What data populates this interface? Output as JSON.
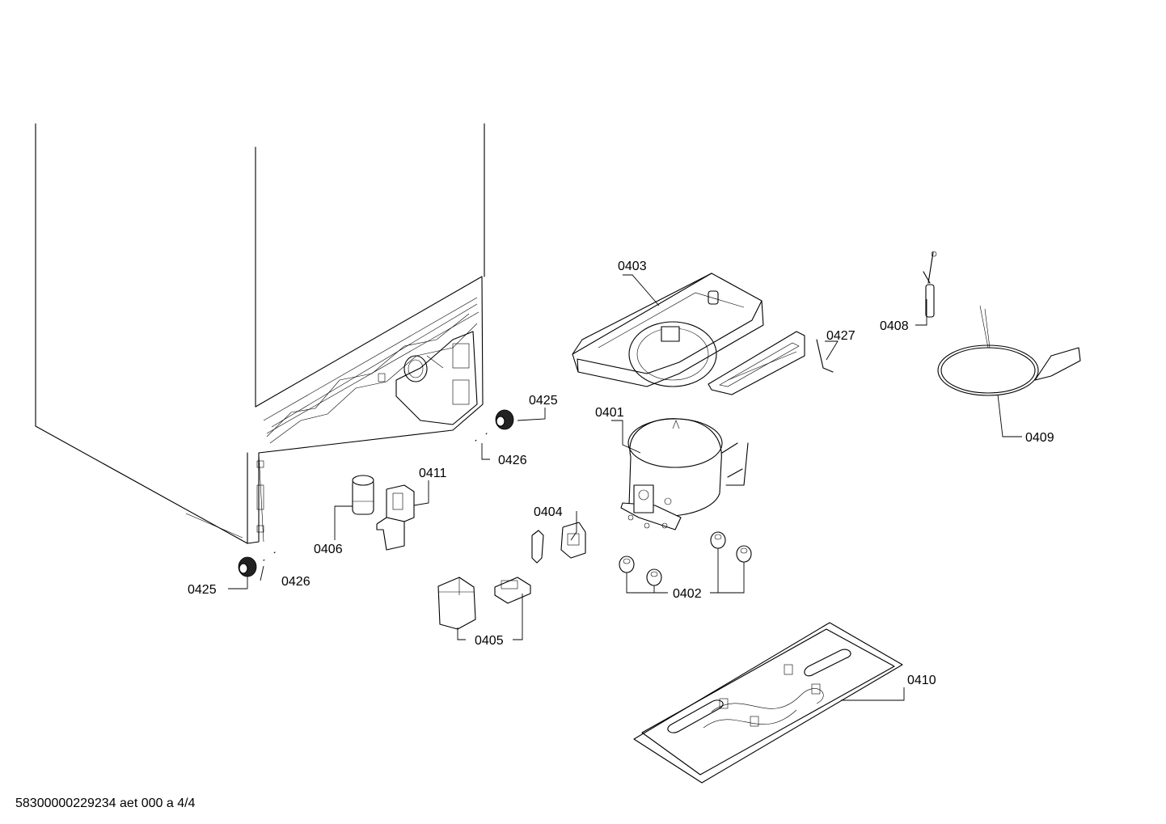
{
  "labels": {
    "p0401": "0401",
    "p0402": "0402",
    "p0403": "0403",
    "p0404": "0404",
    "p0405": "0405",
    "p0406": "0406",
    "p0408": "0408",
    "p0409": "0409",
    "p0410": "0410",
    "p0411": "0411",
    "p0425a": "0425",
    "p0425b": "0425",
    "p0426a": "0426",
    "p0426b": "0426",
    "p0427": "0427"
  },
  "footer": "58300000229234 aet 000 a 4/4"
}
